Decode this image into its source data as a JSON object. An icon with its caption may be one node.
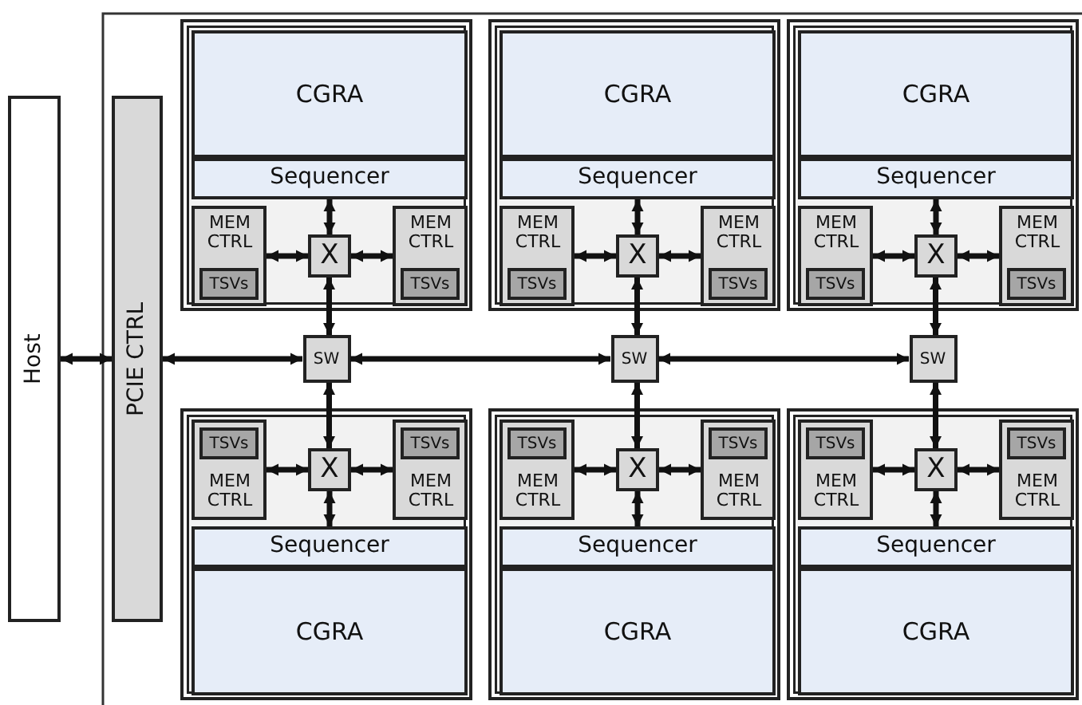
{
  "diagram": {
    "nodes": [
      {
        "text": [
          "Host"
        ]
      },
      {
        "text": [
          "PCIE CTRL"
        ]
      },
      {
        "text": [],
        "shape": "box"
      },
      {
        "text": [
          "CGRA"
        ],
        "in": 2
      },
      {
        "text": [
          "Sequencer"
        ],
        "in": 2
      },
      {
        "text": [
          "MEM CTRL"
        ],
        "in": 2
      },
      {
        "text": [
          "TSVs"
        ],
        "in": 5
      },
      {
        "text": [
          "MEM CTRL"
        ],
        "in": 2
      },
      {
        "text": [
          "TSVs"
        ],
        "in": 7
      },
      {
        "text": [
          "X"
        ],
        "in": 2
      },
      {
        "text": [],
        "shape": "box"
      },
      {
        "text": [
          "CGRA"
        ],
        "in": 10
      },
      {
        "text": [
          "Sequencer"
        ],
        "in": 10
      },
      {
        "text": [
          "MEM CTRL"
        ],
        "in": 10
      },
      {
        "text": [
          "TSVs"
        ],
        "in": 13
      },
      {
        "text": [
          "MEM CTRL"
        ],
        "in": 10
      },
      {
        "text": [
          "TSVs"
        ],
        "in": 15
      },
      {
        "text": [
          "X"
        ],
        "in": 10
      },
      {
        "text": [],
        "shape": "box"
      },
      {
        "text": [
          "CGRA"
        ],
        "in": 18
      },
      {
        "text": [
          "Sequencer"
        ],
        "in": 18
      },
      {
        "text": [
          "MEM CTRL"
        ],
        "in": 18
      },
      {
        "text": [
          "TSVs"
        ],
        "in": 21
      },
      {
        "text": [
          "MEM CTRL"
        ],
        "in": 18
      },
      {
        "text": [
          "TSVs"
        ],
        "in": 23
      },
      {
        "text": [
          "X"
        ],
        "in": 18
      },
      {
        "text": [
          "SW"
        ]
      },
      {
        "text": [
          "SW"
        ]
      },
      {
        "text": [
          "SW"
        ]
      },
      {
        "text": [],
        "shape": "box"
      },
      {
        "text": [
          "TSVs"
        ],
        "in": 31
      },
      {
        "text": [
          "MEM CTRL"
        ],
        "in": 29
      },
      {
        "text": [
          "TSVs"
        ],
        "in": 33
      },
      {
        "text": [
          "MEM CTRL"
        ],
        "in": 29
      },
      {
        "text": [
          "X"
        ],
        "in": 29
      },
      {
        "text": [
          "Sequencer"
        ],
        "in": 29
      },
      {
        "text": [
          "CGRA"
        ],
        "in": 29
      },
      {
        "text": [],
        "shape": "box"
      },
      {
        "text": [
          "TSVs"
        ],
        "in": 39
      },
      {
        "text": [
          "MEM CTRL"
        ],
        "in": 37
      },
      {
        "text": [
          "TSVs"
        ],
        "in": 41
      },
      {
        "text": [
          "MEM CTRL"
        ],
        "in": 37
      },
      {
        "text": [
          "X"
        ],
        "in": 37
      },
      {
        "text": [
          "Sequencer"
        ],
        "in": 37
      },
      {
        "text": [
          "CGRA"
        ],
        "in": 37
      },
      {
        "text": [],
        "shape": "box"
      },
      {
        "text": [
          "TSVs"
        ],
        "in": 47
      },
      {
        "text": [
          "MEM CTRL"
        ],
        "in": 45
      },
      {
        "text": [
          "TSVs"
        ],
        "in": 49
      },
      {
        "text": [
          "MEM CTRL"
        ],
        "in": 45
      },
      {
        "text": [
          "X"
        ],
        "in": 45
      },
      {
        "text": [
          "Sequencer"
        ],
        "in": 45
      },
      {
        "text": [
          "CGRA"
        ],
        "in": 45
      }
    ],
    "edges": [
      {
        "from": 0,
        "to": 1,
        "arrow": "both"
      },
      {
        "from": 1,
        "to": 26,
        "arrow": "both"
      },
      {
        "from": 26,
        "to": 27,
        "arrow": "both"
      },
      {
        "from": 27,
        "to": 28,
        "arrow": "both"
      },
      {
        "from": 9,
        "to": 4,
        "arrow": "both"
      },
      {
        "from": 9,
        "to": 5,
        "arrow": "both"
      },
      {
        "from": 9,
        "to": 7,
        "arrow": "both"
      },
      {
        "from": 9,
        "to": 26,
        "arrow": "both"
      },
      {
        "from": 17,
        "to": 12,
        "arrow": "both"
      },
      {
        "from": 17,
        "to": 13,
        "arrow": "both"
      },
      {
        "from": 17,
        "to": 15,
        "arrow": "both"
      },
      {
        "from": 17,
        "to": 27,
        "arrow": "both"
      },
      {
        "from": 25,
        "to": 20,
        "arrow": "both"
      },
      {
        "from": 25,
        "to": 21,
        "arrow": "both"
      },
      {
        "from": 25,
        "to": 23,
        "arrow": "both"
      },
      {
        "from": 25,
        "to": 28,
        "arrow": "both"
      },
      {
        "from": 34,
        "to": 26,
        "arrow": "both"
      },
      {
        "from": 34,
        "to": 31,
        "arrow": "both"
      },
      {
        "from": 34,
        "to": 33,
        "arrow": "both"
      },
      {
        "from": 34,
        "to": 35,
        "arrow": "both"
      },
      {
        "from": 42,
        "to": 27,
        "arrow": "both"
      },
      {
        "from": 42,
        "to": 39,
        "arrow": "both"
      },
      {
        "from": 42,
        "to": 41,
        "arrow": "both"
      },
      {
        "from": 42,
        "to": 43,
        "arrow": "both"
      },
      {
        "from": 50,
        "to": 28,
        "arrow": "both"
      },
      {
        "from": 50,
        "to": 47,
        "arrow": "both"
      },
      {
        "from": 50,
        "to": 49,
        "arrow": "both"
      },
      {
        "from": 50,
        "to": 51,
        "arrow": "both"
      }
    ]
  }
}
